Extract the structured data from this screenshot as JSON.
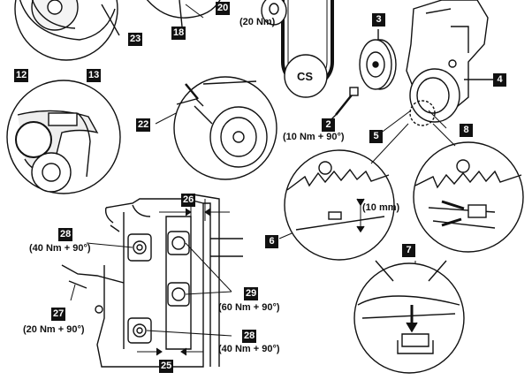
{
  "diagram": {
    "callouts": {
      "c2": "2",
      "c3": "3",
      "c4": "4",
      "c5": "5",
      "c6": "6",
      "c7": "7",
      "c8": "8",
      "c12": "12",
      "c13": "13",
      "c18": "18",
      "c20": "20",
      "c22": "22",
      "c23": "23",
      "c25": "25",
      "c26": "26",
      "c27": "27",
      "c28a": "28",
      "c28b": "28",
      "c29": "29"
    },
    "torques": {
      "t20nm_top": "(20 Nm)",
      "t2": "(10 Nm + 90°)",
      "t28a": "(40 Nm + 90°)",
      "t27": "(20 Nm + 90°)",
      "t29": "(60 Nm + 90°)",
      "t28b": "(40 Nm + 90°)"
    },
    "dimension": "(10 mm)",
    "cs_label": "CS"
  }
}
